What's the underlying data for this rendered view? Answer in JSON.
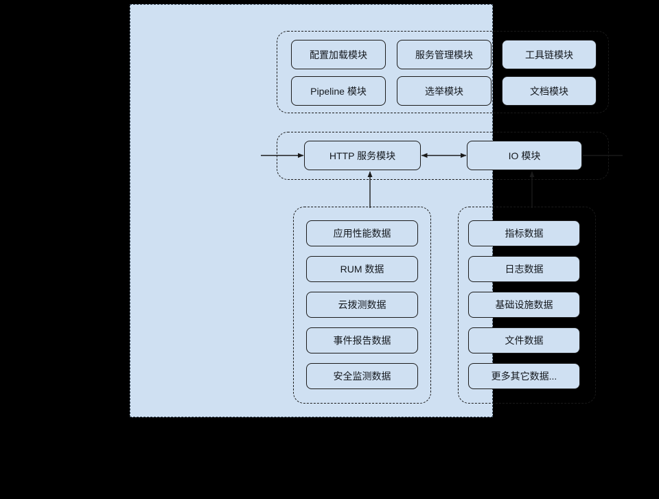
{
  "diagram": {
    "title": "",
    "background_color": "#000000",
    "container_fill": "#cfe0f2",
    "stroke_color": "#1a1a1a",
    "groups": {
      "core_modules": {
        "name": "core-modules-group",
        "boxes": [
          {
            "label": "配置加载模块"
          },
          {
            "label": "服务管理模块"
          },
          {
            "label": "工具链模块"
          },
          {
            "label": "Pipeline 模块"
          },
          {
            "label": "选举模块"
          },
          {
            "label": "文档模块"
          }
        ]
      },
      "transport": {
        "name": "transport-group",
        "boxes": [
          {
            "label": "HTTP 服务模块"
          },
          {
            "label": "IO 模块"
          }
        ]
      },
      "data_left": {
        "name": "data-sources-left-group",
        "boxes": [
          {
            "label": "应用性能数据"
          },
          {
            "label": "RUM 数据"
          },
          {
            "label": "云拨测数据"
          },
          {
            "label": "事件报告数据"
          },
          {
            "label": "安全监测数据"
          }
        ]
      },
      "data_right": {
        "name": "data-sources-right-group",
        "boxes": [
          {
            "label": "指标数据"
          },
          {
            "label": "日志数据"
          },
          {
            "label": "基础设施数据"
          },
          {
            "label": "文件数据"
          },
          {
            "label": "更多其它数据..."
          }
        ]
      }
    },
    "connections": [
      {
        "name": "external-in-to-http",
        "from": "external-left",
        "to": "HTTP 服务模块",
        "direction": "one-way"
      },
      {
        "name": "http-to-io",
        "from": "HTTP 服务模块",
        "to": "IO 模块",
        "direction": "two-way"
      },
      {
        "name": "io-to-external-out",
        "from": "IO 模块",
        "to": "external-right",
        "direction": "line"
      },
      {
        "name": "data-left-to-http",
        "from": "data-sources-left-group",
        "to": "HTTP 服务模块",
        "direction": "one-way-up"
      },
      {
        "name": "data-right-to-io",
        "from": "data-sources-right-group",
        "to": "IO 模块",
        "direction": "one-way-up"
      }
    ]
  }
}
